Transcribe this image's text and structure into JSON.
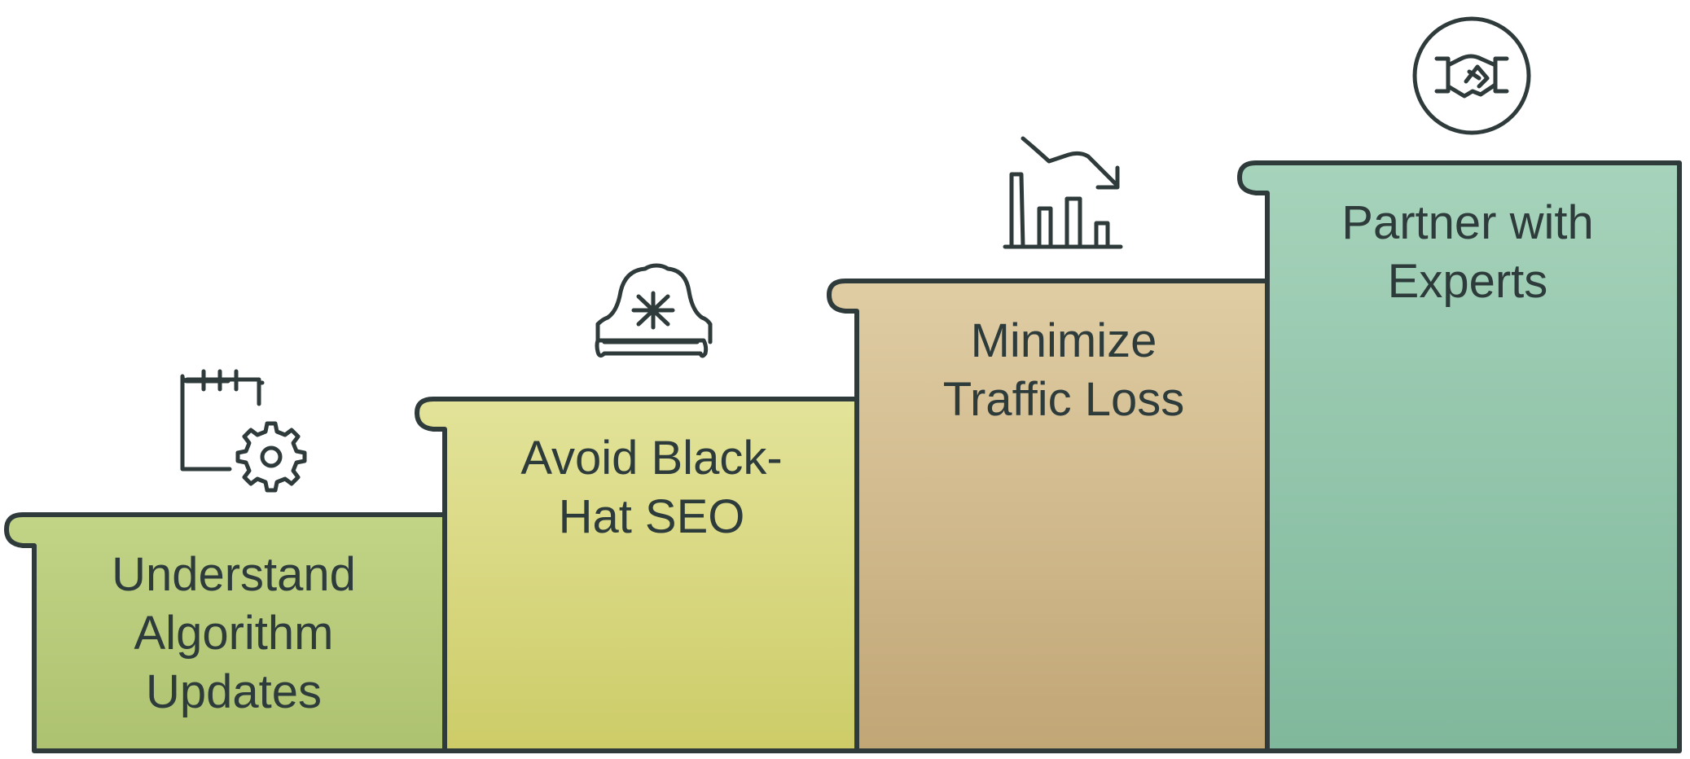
{
  "diagram": {
    "type": "staircase",
    "steps": [
      {
        "id": "understand-algorithm-updates",
        "lines": [
          "Understand",
          "Algorithm",
          "Updates"
        ],
        "icon": "calendar-gear-icon",
        "color_top": "#c2d486",
        "color_bottom": "#adc271"
      },
      {
        "id": "avoid-black-hat-seo",
        "lines": [
          "Avoid Black-",
          "Hat SEO"
        ],
        "icon": "black-hat-icon",
        "color_top": "#e3e39a",
        "color_bottom": "#cdcc68"
      },
      {
        "id": "minimize-traffic-loss",
        "lines": [
          "Minimize",
          "Traffic Loss"
        ],
        "icon": "declining-chart-icon",
        "color_top": "#e0cda4",
        "color_bottom": "#c1a676"
      },
      {
        "id": "partner-with-experts",
        "lines": [
          "Partner with",
          "Experts"
        ],
        "icon": "handshake-icon",
        "color_top": "#a6d3bb",
        "color_bottom": "#80b89c"
      }
    ]
  }
}
